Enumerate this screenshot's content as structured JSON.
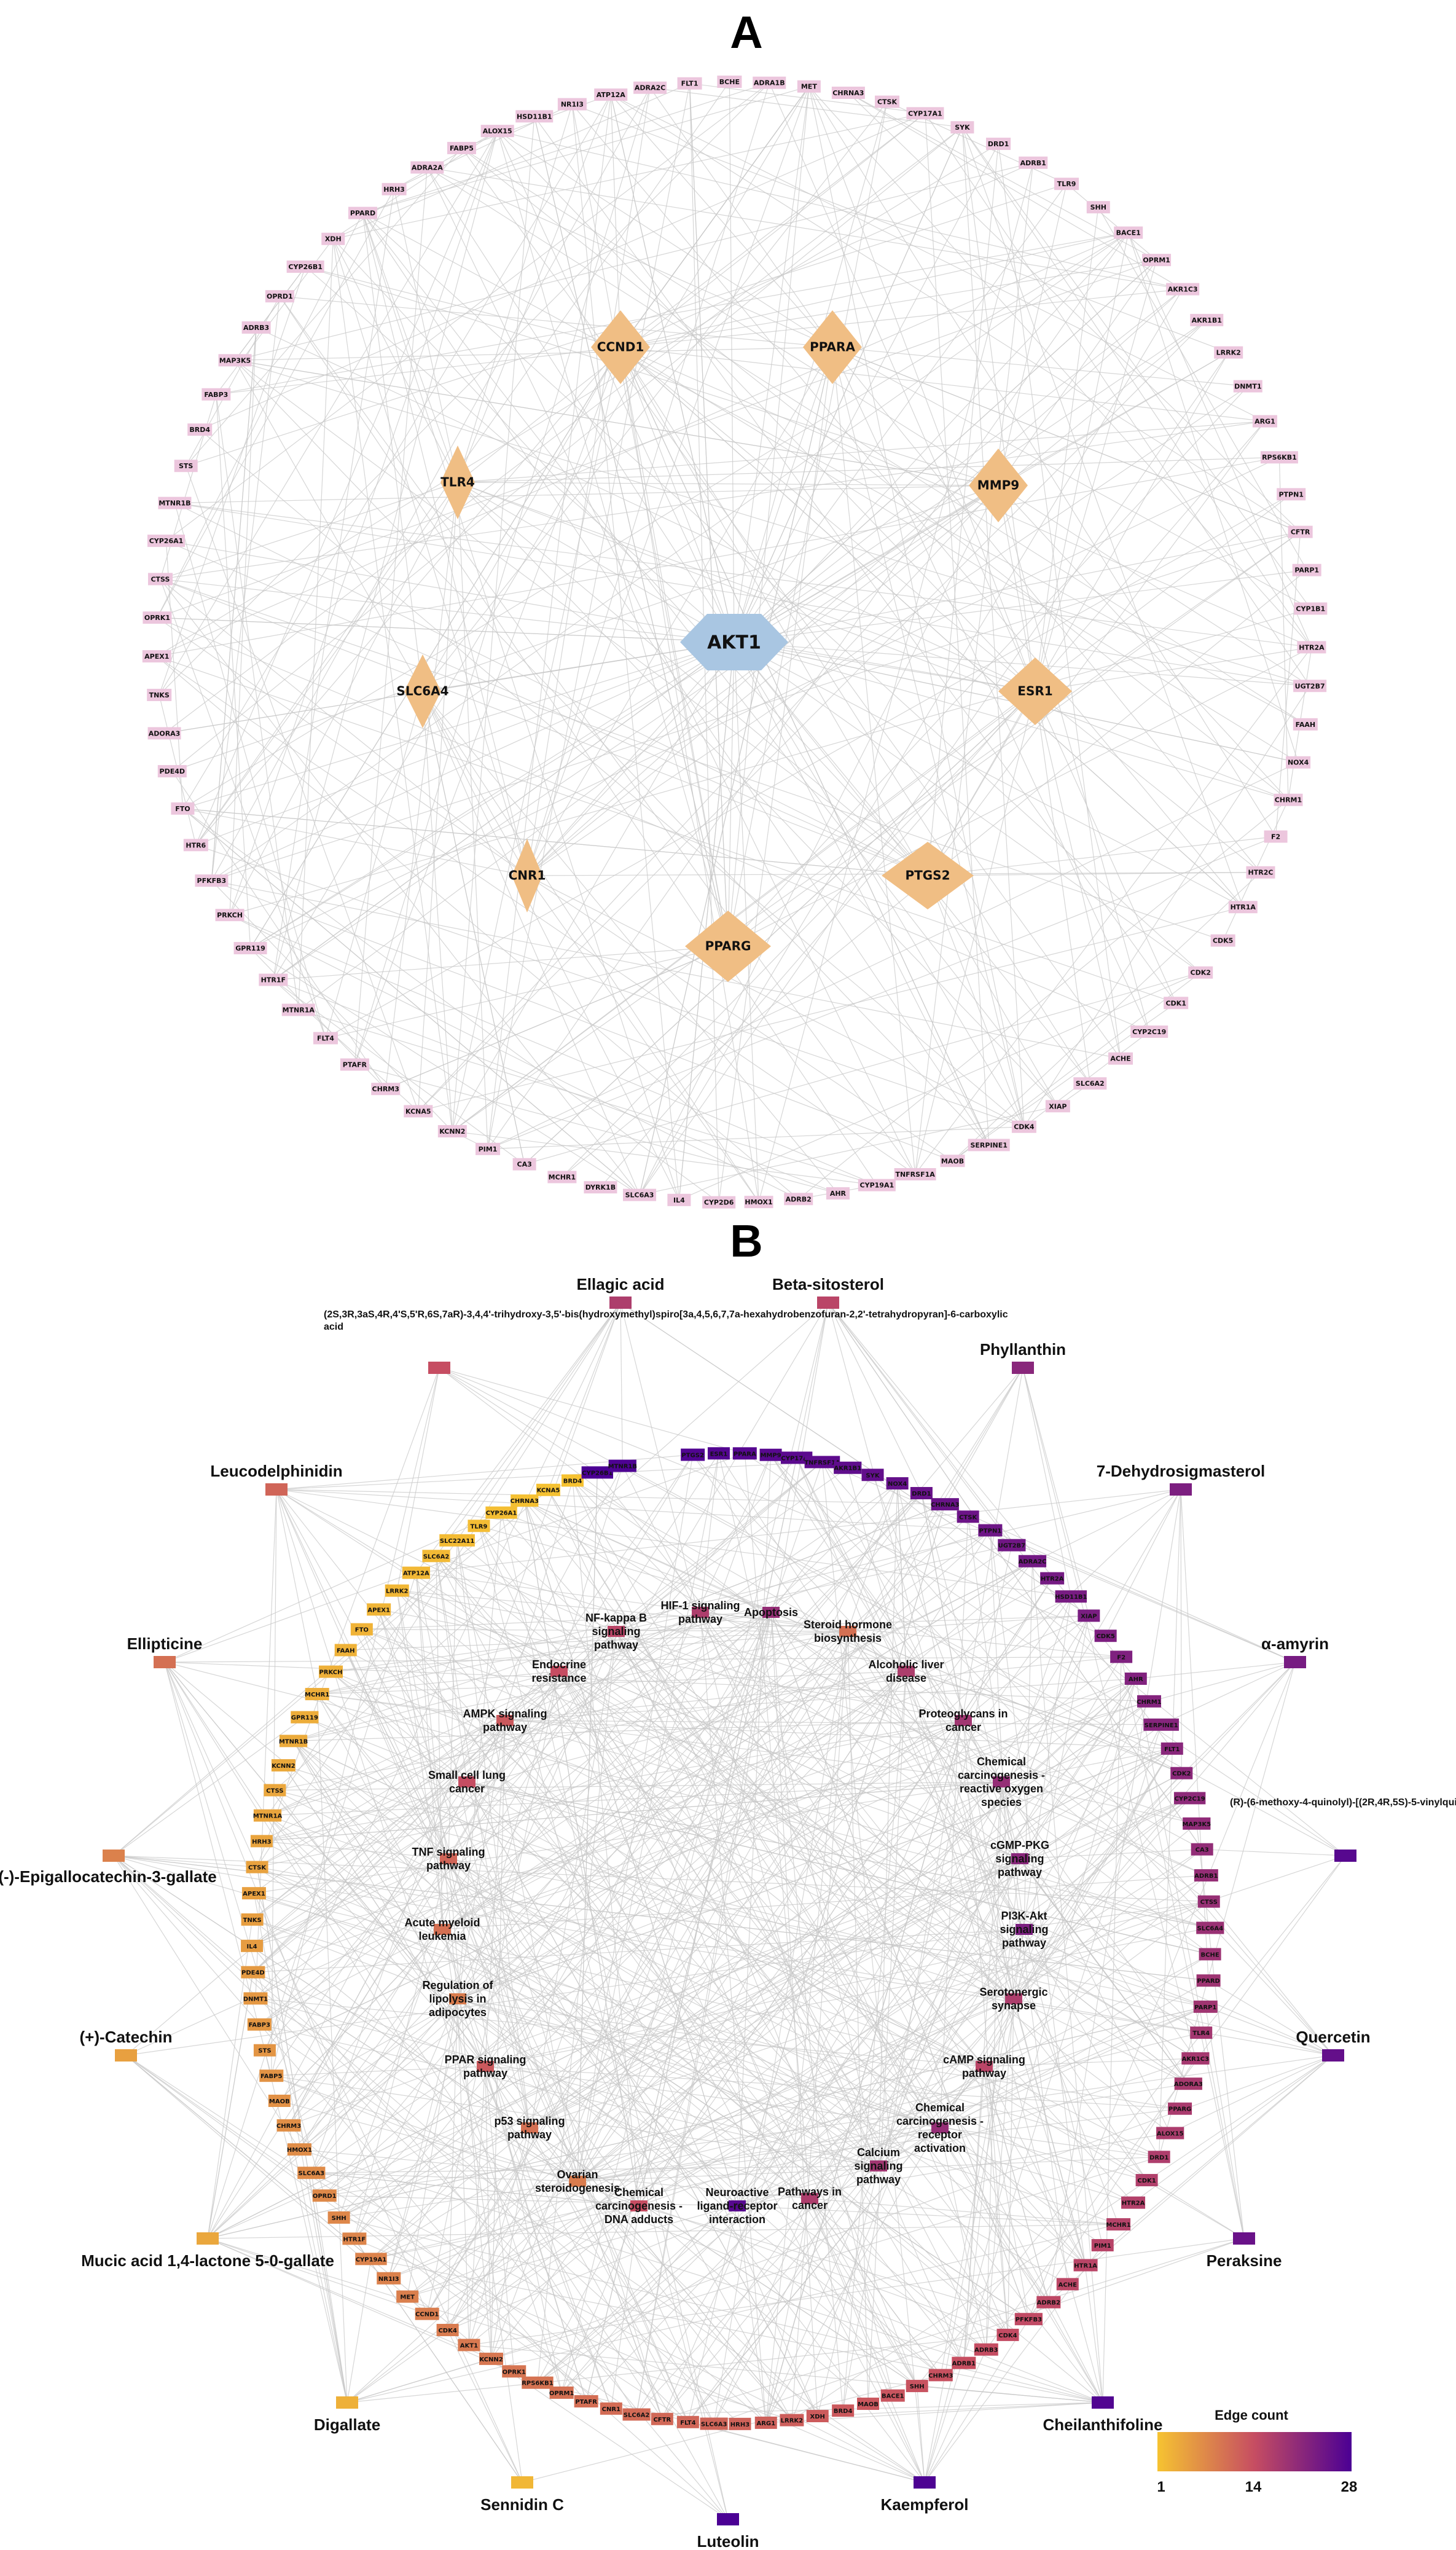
{
  "panels": {
    "a": "A",
    "b": "B"
  },
  "colors": {
    "edge": "#c8c8c8",
    "target_fill": "#ecc6dd",
    "hub_fill": "#f0be84",
    "akt_fill": "#a9c6e2",
    "gradient_low": "#f6c331",
    "gradient_mid": "#c64d62",
    "gradient_high": "#4b0094"
  },
  "network_a": {
    "center": "AKT1",
    "hubs": [
      "CCND1",
      "PPARA",
      "TLR4",
      "MMP9",
      "SLC6A4",
      "ESR1",
      "CNR1",
      "PTGS2",
      "PPARG"
    ],
    "targets": [
      "MET",
      "CHRNA3",
      "CTSK",
      "CYP17A1",
      "SYK",
      "DRD1",
      "ADRB1",
      "TLR9",
      "SHH",
      "BACE1",
      "OPRM1",
      "AKR1C3",
      "AKR1B1",
      "LRRK2",
      "DNMT1",
      "ARG1",
      "RPS6KB1",
      "PTPN1",
      "CFTR",
      "PARP1",
      "CYP1B1",
      "HTR2A",
      "UGT2B7",
      "FAAH",
      "NOX4",
      "CHRM1",
      "F2",
      "HTR2C",
      "HTR1A",
      "CDK5",
      "CDK2",
      "CDK1",
      "CYP2C19",
      "ACHE",
      "SLC6A2",
      "XIAP",
      "CDK4",
      "SERPINE1",
      "MAOB",
      "TNFRSF1A",
      "CYP19A1",
      "AHR",
      "ADRB2",
      "HMOX1",
      "CYP2D6",
      "IL4",
      "SLC6A3",
      "DYRK1B",
      "MCHR1",
      "CA3",
      "PIM1",
      "KCNN2",
      "KCNA5",
      "CHRM3",
      "PTAFR",
      "FLT4",
      "MTNR1A",
      "HTR1F",
      "GPR119",
      "PRKCH",
      "PFKFB3",
      "HTR6",
      "FTO",
      "PDE4D",
      "ADORA3",
      "TNKS",
      "APEX1",
      "OPRK1",
      "CTSS",
      "CYP26A1",
      "MTNR1B",
      "STS",
      "BRD4",
      "FABP3",
      "MAP3K5",
      "ADRB3",
      "OPRD1",
      "CYP26B1",
      "XDH",
      "PPARD",
      "HRH3",
      "ADRA2A",
      "FABP5",
      "ALOX15",
      "HSD11B1",
      "NR1I3",
      "ATP12A",
      "ADRA2C",
      "FLT1",
      "BCHE",
      "ADRA1B"
    ]
  },
  "network_b": {
    "compounds": [
      "Ellagic acid",
      "Beta-sitosterol",
      "(2S,3R,3aS,4R,4'S,5'R,6S,7aR)-3,4,4'-trihydroxy-3,5'-bis(hydroxymethyl)spiro[3a,4,5,6,7,7a-hexahydrobenzofuran-2,2'-tetrahydropyran]-6-carboxylic acid",
      "Phyllanthin",
      "Leucodelphinidin",
      "7-Dehydrosigmasterol",
      "Ellipticine",
      "α-amyrin",
      "(-)-Epigallocatechin-3-gallate",
      "(R)-(6-methoxy-4-quinolyl)-[(2R,4R,5S)-5-vinylquinuclidin-2-yl]methanol",
      "(+)-Catechin",
      "Quercetin",
      "Mucic acid 1,4-lactone 5-0-gallate",
      "Peraksine",
      "Digallate",
      "Cheilanthifoline",
      "Sennidin C",
      "Kaempferol",
      "Luteolin"
    ],
    "pathways": [
      "NF-kappa B signaling pathway",
      "HIF-1 signaling pathway",
      "Apoptosis",
      "Steroid hormone biosynthesis",
      "Endocrine resistance",
      "Alcoholic liver disease",
      "AMPK signaling pathway",
      "Proteoglycans in cancer",
      "Small cell lung cancer",
      "Chemical carcinogenesis - reactive oxygen species",
      "TNF signaling pathway",
      "cGMP-PKG signaling pathway",
      "Acute myeloid leukemia",
      "PI3K-Akt signaling pathway",
      "Regulation of lipolysis in adipocytes",
      "Serotonergic synapse",
      "PPAR signaling pathway",
      "cAMP signaling pathway",
      "p53 signaling pathway",
      "Chemical carcinogenesis - receptor activation",
      "Ovarian steroidogenesis",
      "Chemical carcinogenesis - DNA adducts",
      "Neuroactive ligand-receptor interaction",
      "Pathways in cancer",
      "Calcium signaling pathway"
    ],
    "ring_genes": [
      "PTGS2",
      "ESR1",
      "PPARA",
      "MMP9",
      "CYP17A1",
      "TNFRSF1A",
      "AKR1B1",
      "SYK",
      "NOX4",
      "DRD1",
      "CHRNA3",
      "CTSK",
      "PTPN1",
      "UGT2B7",
      "ADRA2C",
      "HTR2A",
      "HSD11B1",
      "XIAP",
      "CDK5",
      "F2",
      "AHR",
      "CHRM1",
      "SERPINE1",
      "FLT1",
      "CDK2",
      "CYP2C19",
      "MAP3K5",
      "CA3",
      "ADRB1",
      "CTSS",
      "SLC6A4",
      "BCHE",
      "PPARD",
      "PARP1",
      "TLR4",
      "AKR1C3",
      "ADORA3",
      "PPARG",
      "ALOX15",
      "DRD1",
      "CDK1",
      "HTR2A",
      "MCHR1",
      "PIM1",
      "HTR1A",
      "ACHE",
      "ADRB2",
      "PFKFB3",
      "CDK4",
      "ADRB3",
      "ADRB1",
      "CHRM3",
      "SHH",
      "BACE1",
      "MAOB",
      "BRD4",
      "XDH",
      "LRRK2",
      "ARG1",
      "HRH3",
      "SLC6A3",
      "FLT4",
      "CFTR",
      "SLC6A2",
      "CNR1",
      "PTAFR",
      "OPRM1",
      "RPS6KB1",
      "OPRK1",
      "KCNN2",
      "AKT1",
      "CDK4",
      "CCND1",
      "MET",
      "NR1I3",
      "CYP19A1",
      "HTR1F",
      "SHH",
      "OPRD1",
      "SLC6A3",
      "HMOX1",
      "CHRM3",
      "MAOB",
      "FABP5",
      "STS",
      "FABP3",
      "DNMT1",
      "PDE4D",
      "IL4",
      "TNKS",
      "APEX1",
      "CTSK",
      "HRH3",
      "MTNR1A",
      "CTSS",
      "KCNN2",
      "MTNR1B",
      "GPR119",
      "MCHR1",
      "PRKCH",
      "FAAH",
      "FTO",
      "APEX1",
      "LRRK2",
      "ATP12A",
      "SLC6A2",
      "SLC22A11",
      "TLR9",
      "CYP26A1",
      "CHRNA3",
      "KCNA5",
      "BRD4",
      "CYP26B1",
      "MTNR1B"
    ]
  },
  "legend": {
    "title": "Edge count",
    "ticks": [
      "1",
      "14",
      "28"
    ]
  }
}
